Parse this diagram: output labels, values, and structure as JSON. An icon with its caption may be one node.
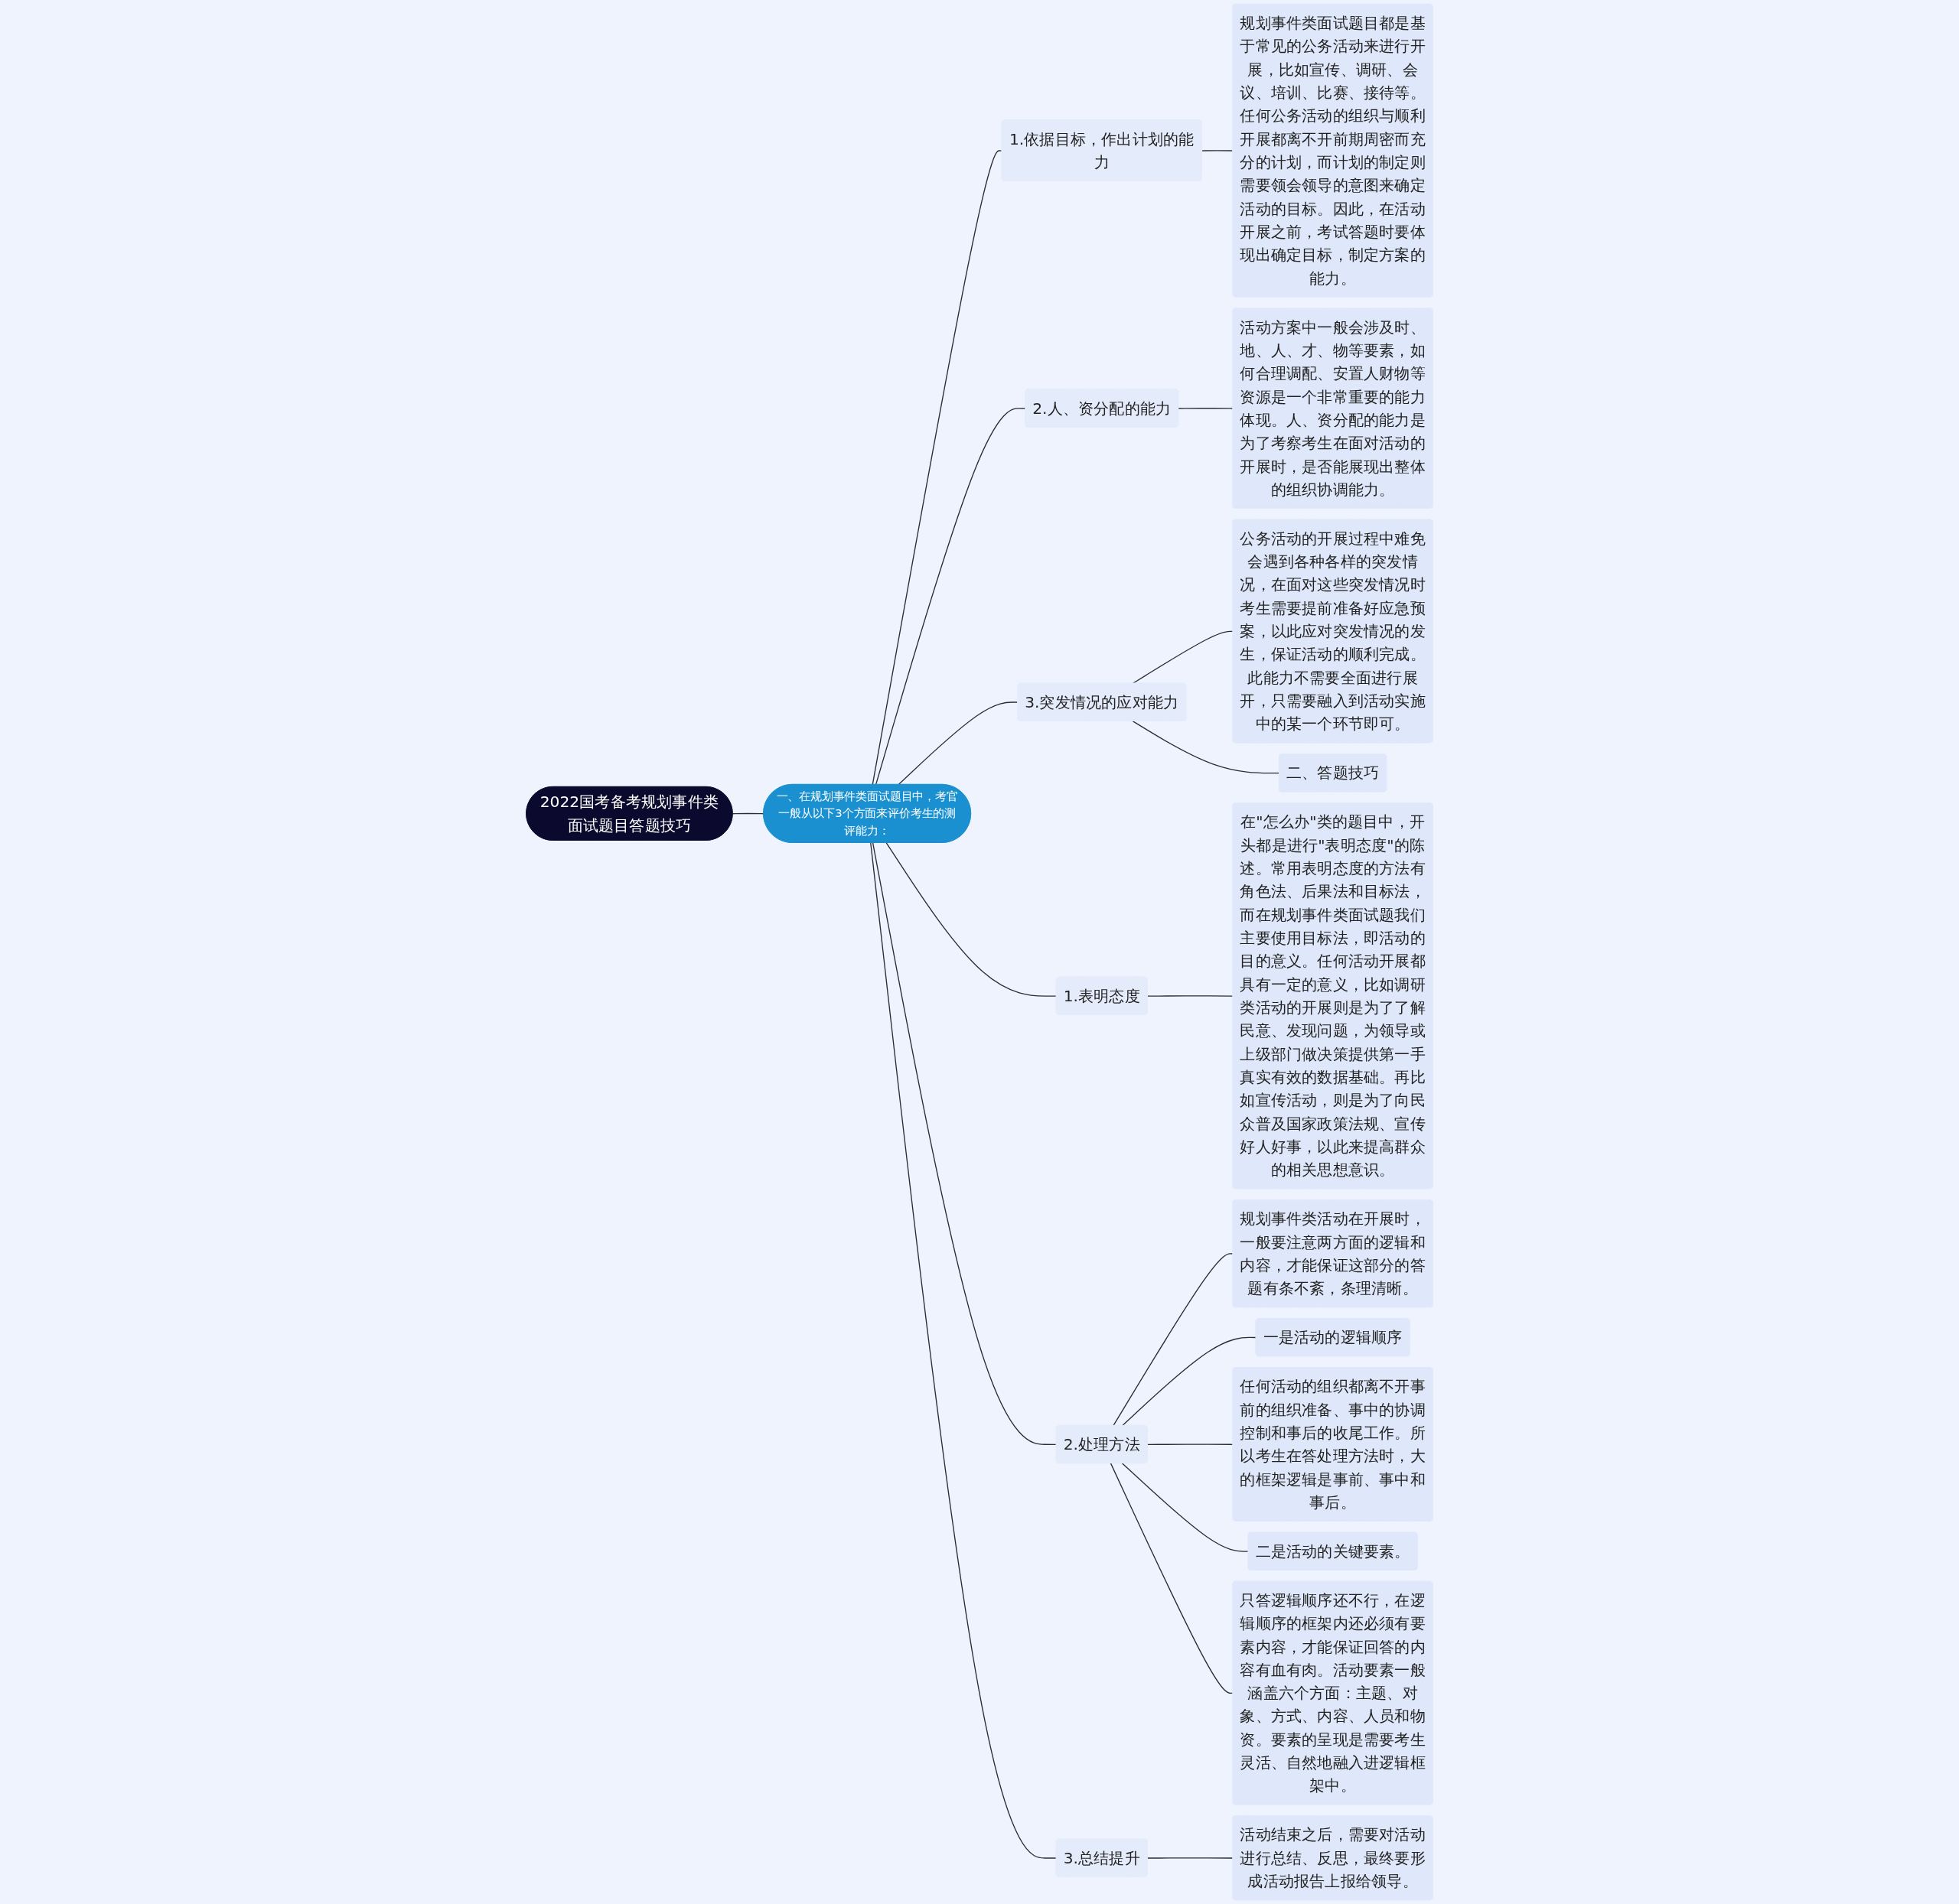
{
  "diagram": {
    "nodes": [
      {
        "text": [
          "2022国考备考规划事件类面试题目答题技巧"
        ]
      },
      {
        "text": [
          "一、在规划事件类面试题目中，考官一般从以下3个方面来评价考生的测评能力："
        ]
      },
      {
        "text": [
          "1.依据目标，作出计划的能力"
        ]
      },
      {
        "text": [
          "规划事件类面试题目都是基于常见的公务活动来进行开展，比如宣传、调研、会议、培训、比赛、接待等。任何公务活动的组织与顺利开展都离不开前期周密而充分的计划，而计划的制定则需要领会领导的意图来确定活动的目标。因此，在活动开展之前，考试答题时要体现出确定目标，制定方案的能力。"
        ]
      },
      {
        "text": [
          "2.人、资分配的能力"
        ]
      },
      {
        "text": [
          "活动方案中一般会涉及时、地、人、才、物等要素，如何合理调配、安置人财物等资源是一个非常重要的能力体现。人、资分配的能力是为了考察考生在面对活动的开展时，是否能展现出整体的组织协调能力。"
        ]
      },
      {
        "text": [
          "3.突发情况的应对能力"
        ]
      },
      {
        "text": [
          "公务活动的开展过程中难免会遇到各种各样的突发情况，在面对这些突发情况时考生需要提前准备好应急预案，以此应对突发情况的发生，保证活动的顺利完成。此能力不需要全面进行展开，只需要融入到活动实施中的某一个环节即可。"
        ]
      },
      {
        "text": [
          "二、答题技巧"
        ]
      },
      {
        "text": [
          "1.表明态度"
        ]
      },
      {
        "text": [
          "在\"怎么办\"类的题目中，开头都是进行\"表明态度\"的陈述。常用表明态度的方法有角色法、后果法和目标法，而在规划事件类面试题我们主要使用目标法，即活动的目的意义。任何活动开展都具有一定的意义，比如调研类活动的开展则是为了了解民意、发现问题，为领导或上级部门做决策提供第一手真实有效的数据基础。再比如宣传活动，则是为了向民众普及国家政策法规、宣传好人好事，以此来提高群众的相关思想意识。"
        ]
      },
      {
        "text": [
          "2.处理方法"
        ]
      },
      {
        "text": [
          "规划事件类活动在开展时，一般要注意两方面的逻辑和内容，才能保证这部分的答题有条不紊，条理清晰。"
        ]
      },
      {
        "text": [
          "一是活动的逻辑顺序"
        ]
      },
      {
        "text": [
          "任何活动的组织都离不开事前的组织准备、事中的协调控制和事后的收尾工作。所以考生在答处理方法时，大的框架逻辑是事前、事中和事后。"
        ]
      },
      {
        "text": [
          "二是活动的关键要素。"
        ]
      },
      {
        "text": [
          "只答逻辑顺序还不行，在逻辑顺序的框架内还必须有要素内容，才能保证回答的内容有血有肉。活动要素一般涵盖六个方面：主题、对象、方式、内容、人员和物资。要素的呈现是需要考生灵活、自然地融入进逻辑框架中。"
        ]
      },
      {
        "text": [
          "3.总结提升"
        ]
      },
      {
        "text": [
          "活动结束之后，需要对活动进行总结、反思，最终要形成活动报告上报给领导。"
        ]
      }
    ],
    "edges": [
      {
        "from": 0,
        "to": 1,
        "arrow": "none"
      },
      {
        "from": 1,
        "to": 2,
        "arrow": "none"
      },
      {
        "from": 2,
        "to": 3,
        "arrow": "none"
      },
      {
        "from": 1,
        "to": 4,
        "arrow": "none"
      },
      {
        "from": 4,
        "to": 5,
        "arrow": "none"
      },
      {
        "from": 1,
        "to": 6,
        "arrow": "none"
      },
      {
        "from": 6,
        "to": 7,
        "arrow": "none"
      },
      {
        "from": 6,
        "to": 8,
        "arrow": "none"
      },
      {
        "from": 1,
        "to": 9,
        "arrow": "none"
      },
      {
        "from": 9,
        "to": 10,
        "arrow": "none"
      },
      {
        "from": 1,
        "to": 11,
        "arrow": "none"
      },
      {
        "from": 11,
        "to": 12,
        "arrow": "none"
      },
      {
        "from": 11,
        "to": 13,
        "arrow": "none"
      },
      {
        "from": 11,
        "to": 14,
        "arrow": "none"
      },
      {
        "from": 11,
        "to": 15,
        "arrow": "none"
      },
      {
        "from": 11,
        "to": 16,
        "arrow": "none"
      },
      {
        "from": 1,
        "to": 17,
        "arrow": "none"
      },
      {
        "from": 17,
        "to": 18,
        "arrow": "none"
      }
    ]
  }
}
